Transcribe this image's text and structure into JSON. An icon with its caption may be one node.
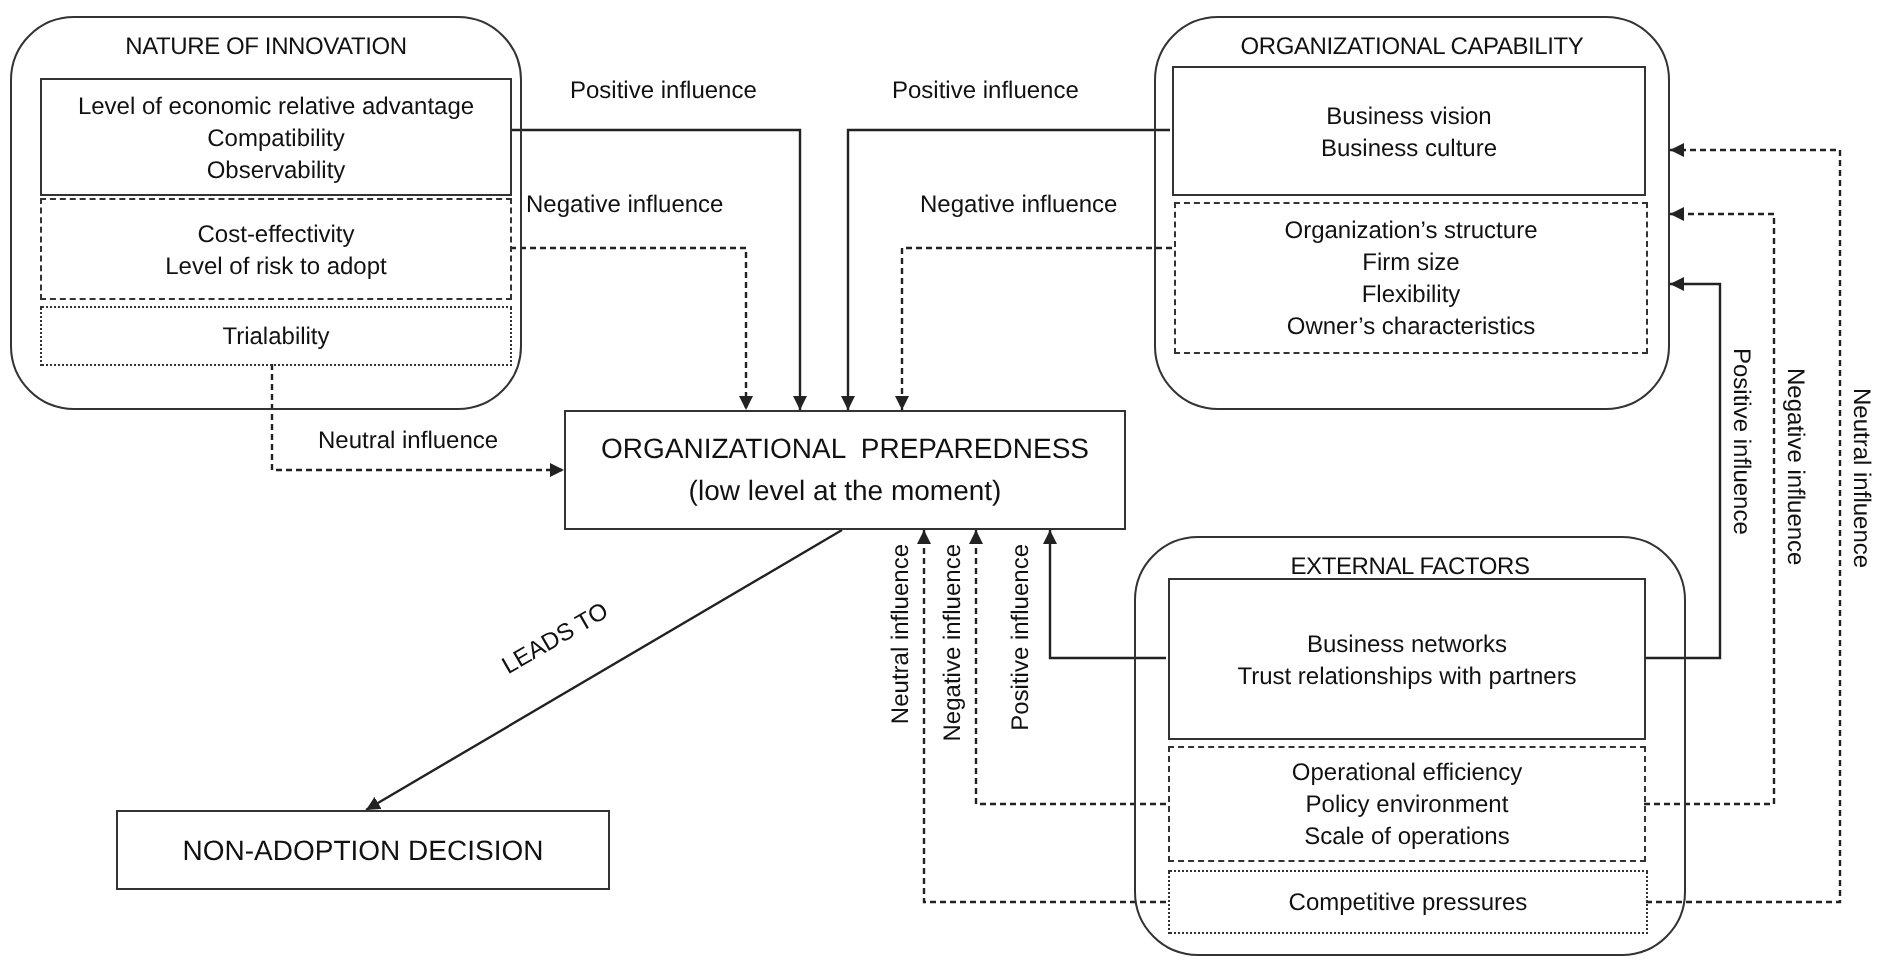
{
  "diagram": {
    "nodes": [
      {
        "text": [
          "NATURE OF INNOVATION"
        ]
      },
      {
        "text": [
          "Level of economic relative advantage",
          "Compatibility",
          "Observability"
        ],
        "in": 0
      },
      {
        "text": [
          "Cost-effectivity",
          "Level of risk to adopt"
        ],
        "in": 0
      },
      {
        "text": [
          "Trialability"
        ],
        "in": 0
      },
      {
        "text": [
          "ORGANIZATIONAL CAPABILITY"
        ]
      },
      {
        "text": [
          "Business vision",
          "Business culture"
        ],
        "in": 4
      },
      {
        "text": [
          "Organization’s structure",
          "Firm size",
          "Flexibility",
          "Owner’s characteristics"
        ],
        "in": 4
      },
      {
        "text": [
          "ORGANIZATIONAL  PREPAREDNESS",
          "(low level at the moment)"
        ]
      },
      {
        "text": [
          "NON-ADOPTION DECISION"
        ]
      },
      {
        "text": [
          "EXTERNAL FACTORS"
        ]
      },
      {
        "text": [
          "Business networks",
          "Trust relationships with partners"
        ],
        "in": 9
      },
      {
        "text": [
          "Operational efficiency",
          "Policy environment",
          "Scale of operations"
        ],
        "in": 9
      },
      {
        "text": [
          "Competitive pressures"
        ],
        "in": 9
      }
    ],
    "edges": [
      {
        "from": 1,
        "to": 7,
        "arrow": "to",
        "label": "Positive influence"
      },
      {
        "from": 2,
        "to": 7,
        "arrow": "to",
        "label": "Negative influence",
        "style": "dashed"
      },
      {
        "from": 3,
        "to": 7,
        "arrow": "to",
        "label": "Neutral influence",
        "style": "dashed"
      },
      {
        "from": 5,
        "to": 7,
        "arrow": "to",
        "label": "Positive influence"
      },
      {
        "from": 6,
        "to": 7,
        "arrow": "to",
        "label": "Negative influence",
        "style": "dashed"
      },
      {
        "from": 7,
        "to": 8,
        "arrow": "to",
        "label": "LEADS TO"
      },
      {
        "from": 10,
        "to": 7,
        "arrow": "to",
        "label": "Positive influence"
      },
      {
        "from": 11,
        "to": 7,
        "arrow": "to",
        "label": "Negative influence",
        "style": "dashed"
      },
      {
        "from": 12,
        "to": 7,
        "arrow": "to",
        "label": "Neutral influence",
        "style": "dashed"
      },
      {
        "from": 10,
        "to": 4,
        "arrow": "to",
        "label": "Positive influence"
      },
      {
        "from": 11,
        "to": 4,
        "arrow": "to",
        "label": "Negative influence",
        "style": "dashed"
      },
      {
        "from": 12,
        "to": 4,
        "arrow": "to",
        "label": "Neutral influence",
        "style": "dashed"
      }
    ]
  }
}
